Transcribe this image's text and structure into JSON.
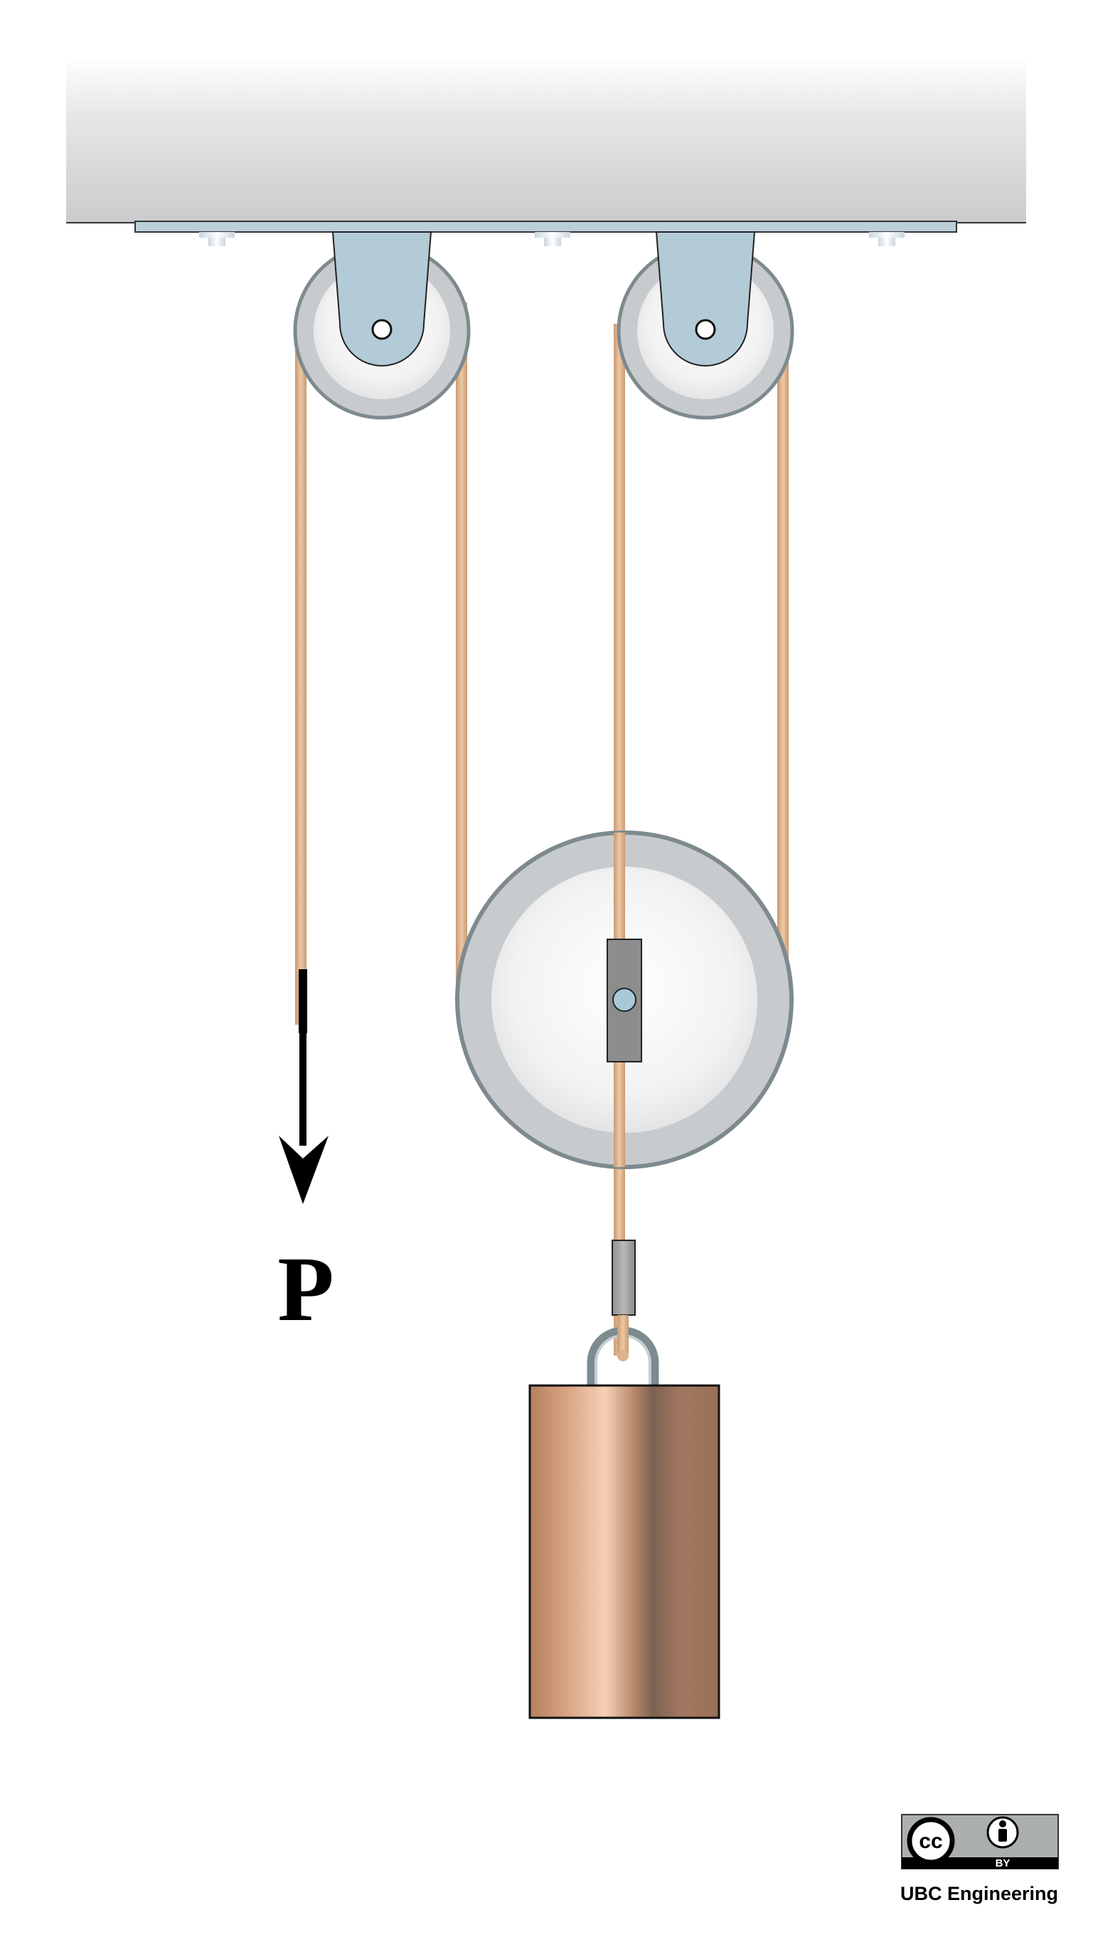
{
  "diagram": {
    "force_label": "P",
    "credit": "UBC Engineering",
    "license_badge": {
      "cc_text": "cc",
      "by_text": "BY",
      "icons": [
        "creative-commons-icon",
        "attribution-person-icon"
      ]
    },
    "components": [
      "ceiling-beam",
      "mounting-plate",
      "bolt-heads",
      "fixed-pulley-left",
      "fixed-pulley-right",
      "movable-pulley",
      "rope",
      "force-arrow",
      "hanging-weight"
    ],
    "colors": {
      "rope": "#dcb38e",
      "bracket": "#b3cad7",
      "pulley_rim": "#c8cbcd",
      "pulley_outline": "#7d8a8e",
      "weight": "#c48f6f",
      "beam": "#cfd1d3",
      "arrow": "#000000"
    }
  }
}
